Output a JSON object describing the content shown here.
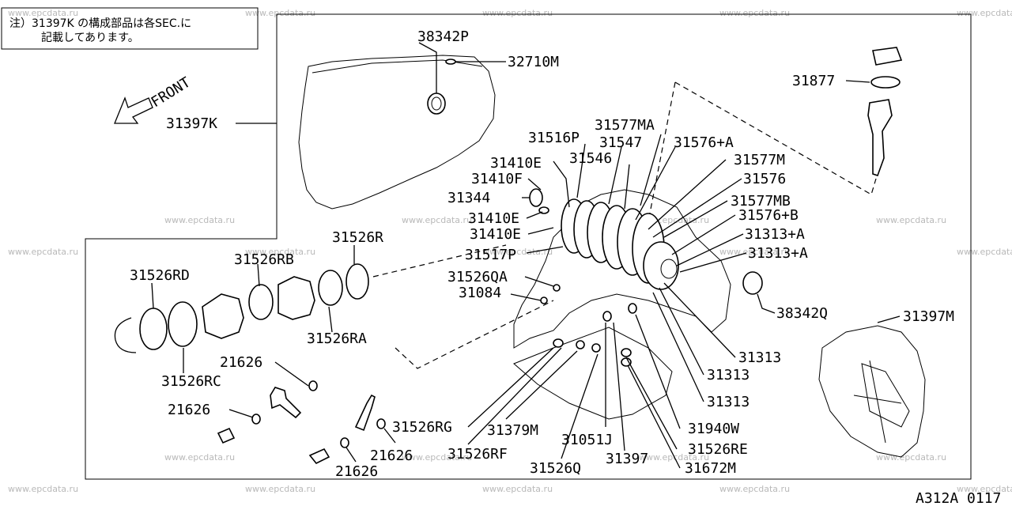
{
  "note": {
    "line1": "注）31397K の構成部品は各SEC.に",
    "line2": "記載してあります。"
  },
  "front_label": "FRONT",
  "diagram_code": "A312A 0117",
  "watermark": "www.epcdata.ru",
  "parts": {
    "p38342P": "38342P",
    "p32710M": "32710M",
    "p31397K": "31397K",
    "p31877": "31877",
    "p31516P": "31516P",
    "p31577MA": "31577MA",
    "p31547": "31547",
    "p31546": "31546",
    "p31576A": "31576+A",
    "p31410E_a": "31410E",
    "p31577M": "31577M",
    "p31410F": "31410F",
    "p31576": "31576",
    "p31344": "31344",
    "p31577MB": "31577MB",
    "p31410E_b": "31410E",
    "p31576B": "31576+B",
    "p31410E_c": "31410E",
    "p31313A_a": "31313+A",
    "p31526R": "31526R",
    "p31517P": "31517P",
    "p31313A_b": "31313+A",
    "p31526RB": "31526RB",
    "p31526RD": "31526RD",
    "p31526QA": "31526QA",
    "p31084": "31084",
    "p38342Q": "38342Q",
    "p31397M": "31397M",
    "p31526RA": "31526RA",
    "p31313_a": "31313",
    "p21626_a": "21626",
    "p31313_b": "31313",
    "p31526RC": "31526RC",
    "p31313_c": "31313",
    "p21626_b": "21626",
    "p31526RG": "31526RG",
    "p31379M": "31379M",
    "p31940W": "31940W",
    "p31051J": "31051J",
    "p31526RE": "31526RE",
    "p21626_c": "21626",
    "p31526RF": "31526RF",
    "p31397": "31397",
    "p31526Q": "31526Q",
    "p31672M": "31672M",
    "p21626_d": "21626"
  }
}
